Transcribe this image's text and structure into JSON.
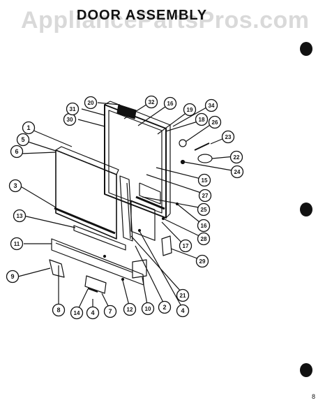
{
  "watermark": "AppliancePartsPros.com",
  "title": "DOOR ASSEMBLY",
  "page_number": "8",
  "callouts": [
    {
      "id": "c1",
      "label": "1"
    },
    {
      "id": "c2",
      "label": "2"
    },
    {
      "id": "c3",
      "label": "3"
    },
    {
      "id": "c4a",
      "label": "4"
    },
    {
      "id": "c4b",
      "label": "4"
    },
    {
      "id": "c5",
      "label": "5"
    },
    {
      "id": "c6",
      "label": "6"
    },
    {
      "id": "c7",
      "label": "7"
    },
    {
      "id": "c8",
      "label": "8"
    },
    {
      "id": "c9",
      "label": "9"
    },
    {
      "id": "c10",
      "label": "10"
    },
    {
      "id": "c11",
      "label": "11"
    },
    {
      "id": "c12",
      "label": "12"
    },
    {
      "id": "c13",
      "label": "13"
    },
    {
      "id": "c14",
      "label": "14"
    },
    {
      "id": "c15",
      "label": "15"
    },
    {
      "id": "c16a",
      "label": "16"
    },
    {
      "id": "c16b",
      "label": "16"
    },
    {
      "id": "c17",
      "label": "17"
    },
    {
      "id": "c18",
      "label": "18"
    },
    {
      "id": "c19",
      "label": "19"
    },
    {
      "id": "c20",
      "label": "20"
    },
    {
      "id": "c21",
      "label": "21"
    },
    {
      "id": "c22",
      "label": "22"
    },
    {
      "id": "c23",
      "label": "23"
    },
    {
      "id": "c24",
      "label": "24"
    },
    {
      "id": "c25",
      "label": "25"
    },
    {
      "id": "c26",
      "label": "26"
    },
    {
      "id": "c27",
      "label": "27"
    },
    {
      "id": "c28",
      "label": "28"
    },
    {
      "id": "c29",
      "label": "29"
    },
    {
      "id": "c30",
      "label": "30"
    },
    {
      "id": "c31",
      "label": "31"
    },
    {
      "id": "c32",
      "label": "32"
    },
    {
      "id": "c34",
      "label": "34"
    }
  ]
}
